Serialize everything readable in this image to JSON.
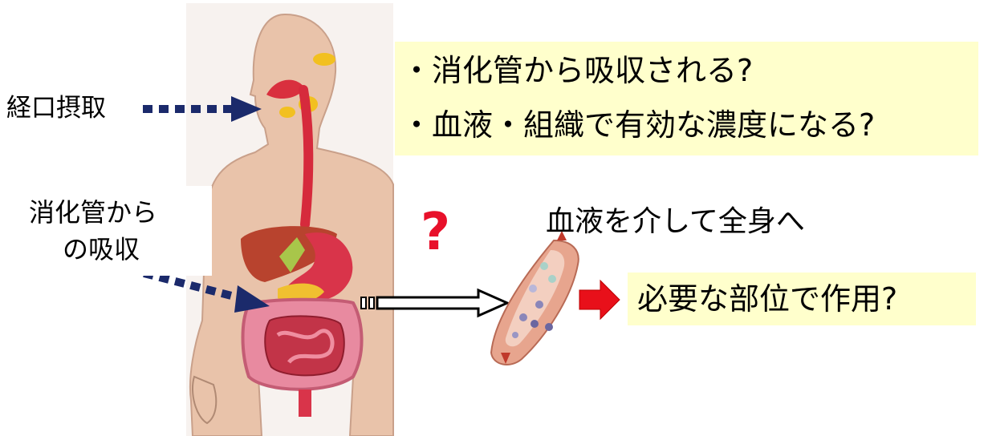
{
  "labels": {
    "oral": "経口摂取",
    "absorb_line1": "消化管から",
    "absorb_line2": "の吸収",
    "question_mark": "?",
    "blood_circulation": "血液を介して全身へ",
    "action": "必要な部位で作用?"
  },
  "title_box": {
    "line1": "・消化管から吸収される?",
    "line2": "・血液・組織で有効な濃度になる?"
  },
  "colors": {
    "box_fill": "#ffffcc",
    "arrow_navy": "#1b2a6b",
    "question_red": "#e8102a",
    "red_arrow": "#e8101a"
  }
}
